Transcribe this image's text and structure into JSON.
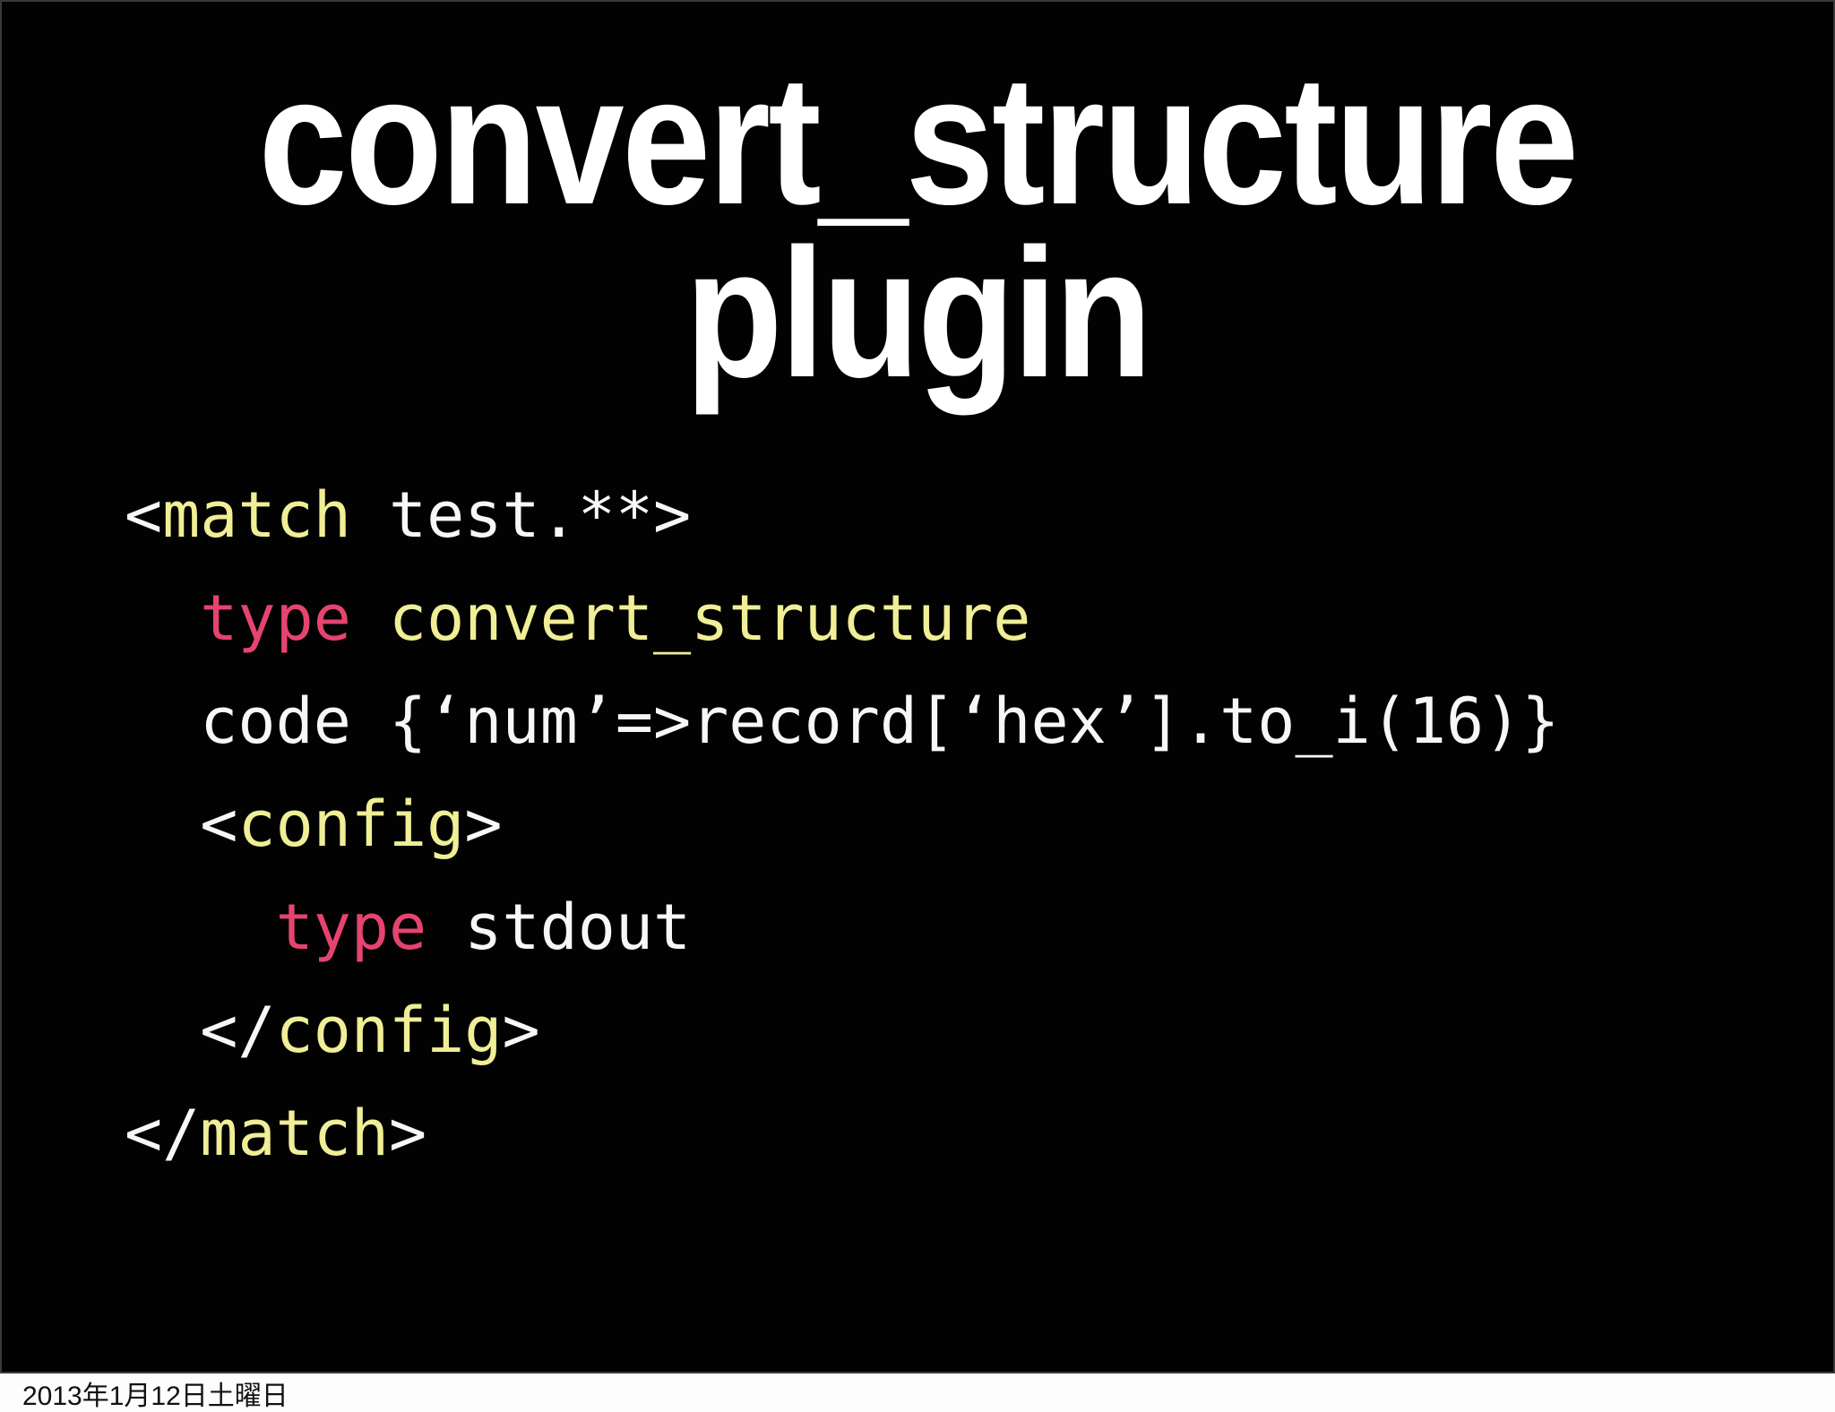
{
  "slide": {
    "title": {
      "line1": "convert_structure",
      "line2": "plugin"
    },
    "code_lines": [
      {
        "indent": 0,
        "tokens": [
          {
            "text": "<",
            "color": "white"
          },
          {
            "text": "match",
            "color": "yellow"
          },
          {
            "text": " test.**>",
            "color": "white"
          }
        ]
      },
      {
        "indent": 1,
        "tokens": [
          {
            "text": "type",
            "color": "pink"
          },
          {
            "text": " convert_structure",
            "color": "yellow"
          }
        ]
      },
      {
        "indent": 1,
        "tokens": [
          {
            "text": "code {‘num’=>record[‘hex’].to_i(16)}",
            "color": "white"
          }
        ]
      },
      {
        "indent": 1,
        "tokens": [
          {
            "text": "<",
            "color": "white"
          },
          {
            "text": "config",
            "color": "yellow"
          },
          {
            "text": ">",
            "color": "white"
          }
        ]
      },
      {
        "indent": 2,
        "tokens": [
          {
            "text": "type",
            "color": "pink"
          },
          {
            "text": " stdout",
            "color": "white"
          }
        ]
      },
      {
        "indent": 1,
        "tokens": [
          {
            "text": "</",
            "color": "white"
          },
          {
            "text": "config",
            "color": "yellow"
          },
          {
            "text": ">",
            "color": "white"
          }
        ]
      },
      {
        "indent": 0,
        "tokens": [
          {
            "text": "</",
            "color": "white"
          },
          {
            "text": "match",
            "color": "yellow"
          },
          {
            "text": ">",
            "color": "white"
          }
        ]
      }
    ]
  },
  "footer": {
    "date": "2013年1月12日土曜日"
  },
  "colors": {
    "slide_background": "#020202",
    "slide_border": "#3a3a3a",
    "title_text": "#ffffff",
    "code_white": "#f7f7f7",
    "code_yellow": "#f0ee96",
    "code_pink": "#e5446f",
    "footer_background": "#fdfdfd",
    "footer_text": "#111111"
  }
}
